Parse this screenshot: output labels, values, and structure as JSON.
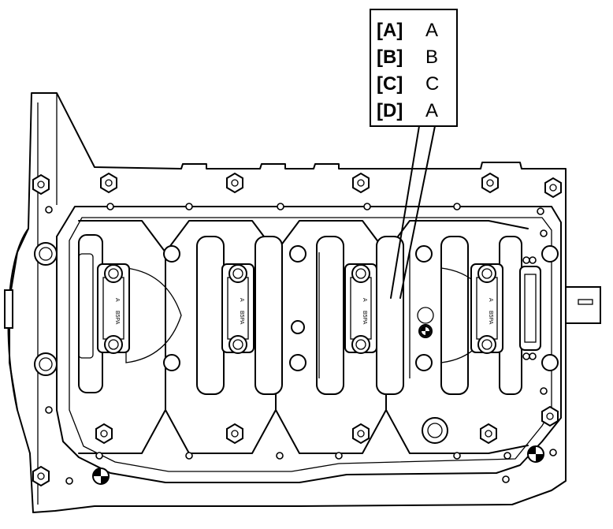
{
  "legend": {
    "rows": [
      {
        "key": "[A]",
        "value": "A"
      },
      {
        "key": "[B]",
        "value": "B"
      },
      {
        "key": "[C]",
        "value": "C"
      },
      {
        "key": "[D]",
        "value": "A"
      }
    ]
  },
  "bearing_caps": [
    {
      "mark": "A",
      "code": "B5PA"
    },
    {
      "mark": "A",
      "code": "B5PA"
    },
    {
      "mark": "A",
      "code": "B5PA"
    },
    {
      "mark": "A",
      "code": "B5PA"
    }
  ]
}
